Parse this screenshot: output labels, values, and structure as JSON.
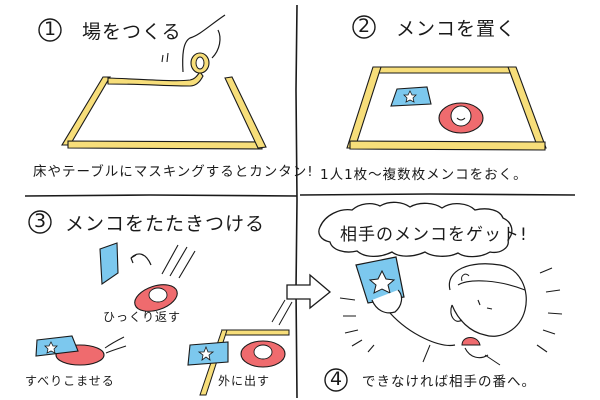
{
  "colors": {
    "tape": "#f7de7a",
    "card_blue": "#7cc8ee",
    "menko_red": "#ef6b6e",
    "ink": "#1a1a1a",
    "paper": "#ffffff"
  },
  "panels": [
    {
      "step": "1",
      "title": "場をつくる",
      "caption": "床やテーブルにマスキングするとカンタン!",
      "icon": "masking-tape-icon"
    },
    {
      "step": "2",
      "title": "メンコを置く",
      "caption": "1人1枚〜複数枚メンコをおく。",
      "icon": "menko-on-field-icon"
    },
    {
      "step": "3",
      "title": "メンコをたたきつける",
      "labels": {
        "flip": "ひっくり返す",
        "slide": "すべりこませる",
        "out": "外に出す"
      },
      "icon": "throwing-menko-icon"
    },
    {
      "step": "4",
      "bubble": "相手のメンコをゲット!",
      "caption": "できなければ相手の番へ。",
      "icon": "child-holding-card-icon"
    }
  ]
}
